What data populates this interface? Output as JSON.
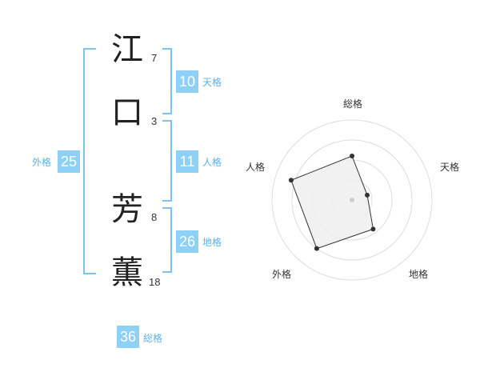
{
  "name": {
    "chars": [
      {
        "char": "江",
        "strokes": "7"
      },
      {
        "char": "口",
        "strokes": "3"
      },
      {
        "char": "芳",
        "strokes": "8"
      },
      {
        "char": "薫",
        "strokes": "18"
      }
    ]
  },
  "fortune": {
    "tenkaku": {
      "value": "10",
      "label": "天格"
    },
    "jinkaku": {
      "value": "11",
      "label": "人格"
    },
    "chikaku": {
      "value": "26",
      "label": "地格"
    },
    "gaikaku": {
      "value": "25",
      "label": "外格"
    },
    "soukaku": {
      "value": "36",
      "label": "総格"
    }
  },
  "chart_data": {
    "type": "radar",
    "axes": [
      "総格",
      "天格",
      "地格",
      "外格",
      "人格"
    ],
    "values": [
      0.55,
      0.2,
      0.45,
      0.75,
      0.8
    ],
    "rings": 4,
    "colors": {
      "fill": "#efefef",
      "line": "#333333",
      "ring": "#dddddd",
      "point": "#333333",
      "center": "#cccccc"
    }
  }
}
